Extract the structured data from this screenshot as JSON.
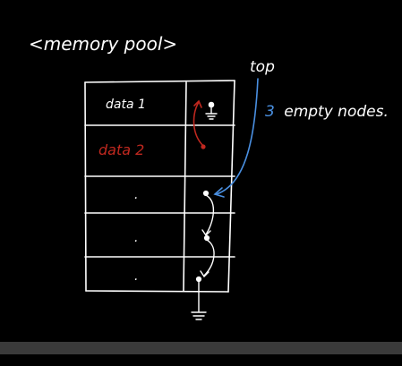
{
  "title": "<memory pool>",
  "top_label": "top",
  "annotation": {
    "count": "3",
    "text": "empty nodes."
  },
  "rows": [
    {
      "data": "data 1",
      "state": "used"
    },
    {
      "data": "data 2",
      "state": "used"
    },
    {
      "data": ".",
      "state": "empty"
    },
    {
      "data": ".",
      "state": "empty"
    },
    {
      "data": ".",
      "state": "empty"
    }
  ],
  "colors": {
    "background": "#000000",
    "ink": "#ffffff",
    "used_text": "#c0281f",
    "pointer_red": "#c0281f",
    "top_arrow": "#4a90e2",
    "annotation_count": "#4a90e2",
    "scrollbar": "#3a3a3a"
  },
  "icons": {
    "null_pointer": "ground-icon"
  }
}
